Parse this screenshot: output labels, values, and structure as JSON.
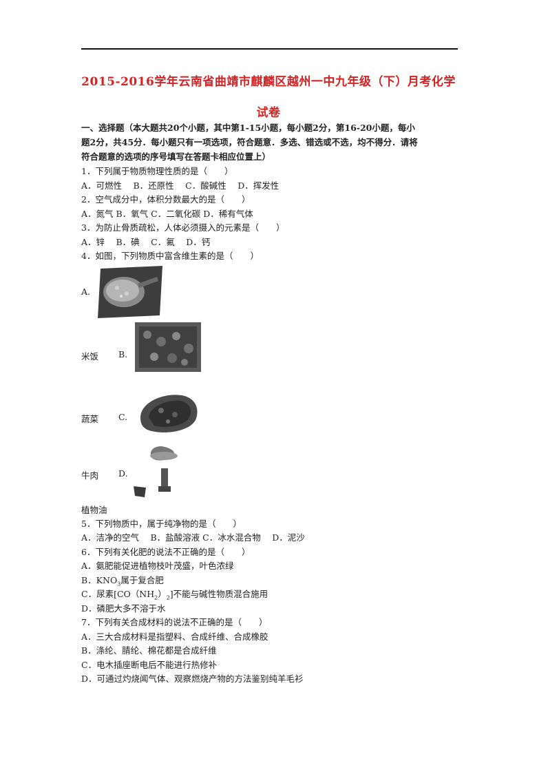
{
  "doc": {
    "title_line1": "2015-2016学年云南省曲靖市麒麟区越州一中九年级（下）月考化学",
    "title_line2": "试卷",
    "section1": [
      "一、选择题（本大题共20个小题，其中第1-15小题，每小题2分，第16-20小题，每小",
      "题2分，共45分．每小题只有一项选项，符合题意．多选、错选或不选，均不得分．请将",
      "符合题意的选项的序号填写在答题卡相应位置上）"
    ],
    "q1": "1．下列属于物质物理性质的是（　　）",
    "q1_opts": "A．可燃性　 B．还原性　 C．酸碱性　 D．挥发性",
    "q2": "2．空气成分中，体积分数最大的是（　　）",
    "q2_opts": "A．氮气 B．氧气 C．二氧化碳 D．稀有气体",
    "q3": "3．为防止骨质疏松，人体必须摄入的元素是（　　）",
    "q3_opts": "A．锌　 B．碘　 C．氟　 D．钙",
    "q4": "4．如图，下列物质中富含维生素的是（　　）",
    "q4_a": "A.",
    "q4_a_text": "米饭",
    "q4_b": "B.",
    "q4_b_text": "蔬菜",
    "q4_c": "C.",
    "q4_c_text": "牛肉",
    "q4_d": "D.",
    "q4_d_text": "植物油",
    "q5": "5．下列物质中，属于纯净物的是（　　）",
    "q5_opts": "A．洁净的空气　 B．盐酸溶液 C．冰水混合物　 D．泥沙",
    "q6": "6．下列有关化肥的说法不正确的是（　　）",
    "q6_a": "A．氨肥能促进植物枝叶茂盛，叶色浓绿",
    "q6_b_pre": "B．KNO",
    "q6_b_sub": "3",
    "q6_b_post": "属于复合肥",
    "q6_c_pre": "C．尿素[CO（NH",
    "q6_c_sub": "2",
    "q6_c_post": "）",
    "q6_c_sub2": "2",
    "q6_c_end": "]不能与碱性物质混合施用",
    "q6_d": "D．磷肥大多不溶于水",
    "q7": "7．下列有关合成材料的说法不正确的是（　　）",
    "q7_a": "A．三大合成材料是指塑料、合成纤维、合成橡胶",
    "q7_b": "B．涤纶、腈纶、棉花都是合成纤维",
    "q7_c": "C．电木插座断电后不能进行热修补",
    "q7_d": "D．可通过灼烧闻气体、观察燃烧产物的方法鉴别纯羊毛衫"
  }
}
